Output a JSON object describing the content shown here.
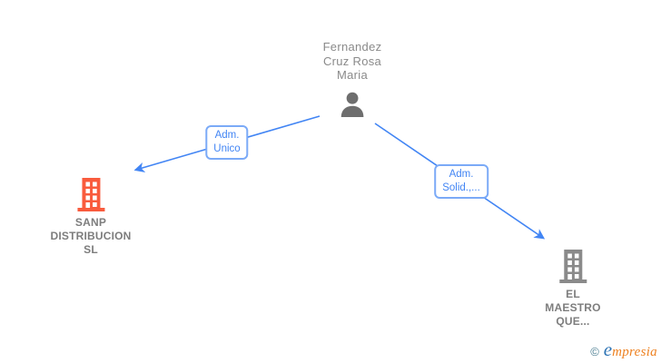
{
  "diagram": {
    "person": {
      "name": "Fernandez Cruz Rosa Maria",
      "name_lines": [
        "Fernandez",
        "Cruz Rosa",
        "Maria"
      ],
      "icon": "person-icon",
      "icon_color": "#6e6e6e",
      "text_color": "#8a8a8a"
    },
    "companies": [
      {
        "name": "SANP DISTRIBUCION SL",
        "name_lines": [
          "SANP",
          "DISTRIBUCION",
          "SL"
        ],
        "icon": "building-icon",
        "icon_color": "#f95b3d",
        "text_color": "#7d7d7d"
      },
      {
        "name": "EL MAESTRO QUE...",
        "name_lines": [
          "EL",
          "MAESTRO",
          "QUE..."
        ],
        "icon": "building-icon",
        "icon_color": "#8a8a8a",
        "text_color": "#7d7d7d"
      }
    ],
    "edges": [
      {
        "from": "Fernandez Cruz Rosa Maria",
        "to": "SANP DISTRIBUCION SL",
        "label": "Adm. Unico",
        "label_lines": [
          "Adm.",
          "Unico"
        ],
        "color": "#4285f4"
      },
      {
        "from": "Fernandez Cruz Rosa Maria",
        "to": "EL MAESTRO QUE...",
        "label": "Adm. Solid.,...",
        "label_lines": [
          "Adm.",
          "Solid.,..."
        ],
        "color": "#4285f4"
      }
    ]
  },
  "colors": {
    "edge_blue": "#4285f4",
    "label_border_blue": "#7baaf7",
    "building_orange": "#f95b3d",
    "building_gray": "#8a8a8a",
    "person_gray": "#6e6e6e",
    "copyright_teal": "#4a7d91",
    "brand_e_blue": "#2e74b5",
    "brand_orange": "#ee8222"
  },
  "footer": {
    "copyright_symbol": "©",
    "brand_first_letter": "e",
    "brand_rest": "mpresia"
  }
}
